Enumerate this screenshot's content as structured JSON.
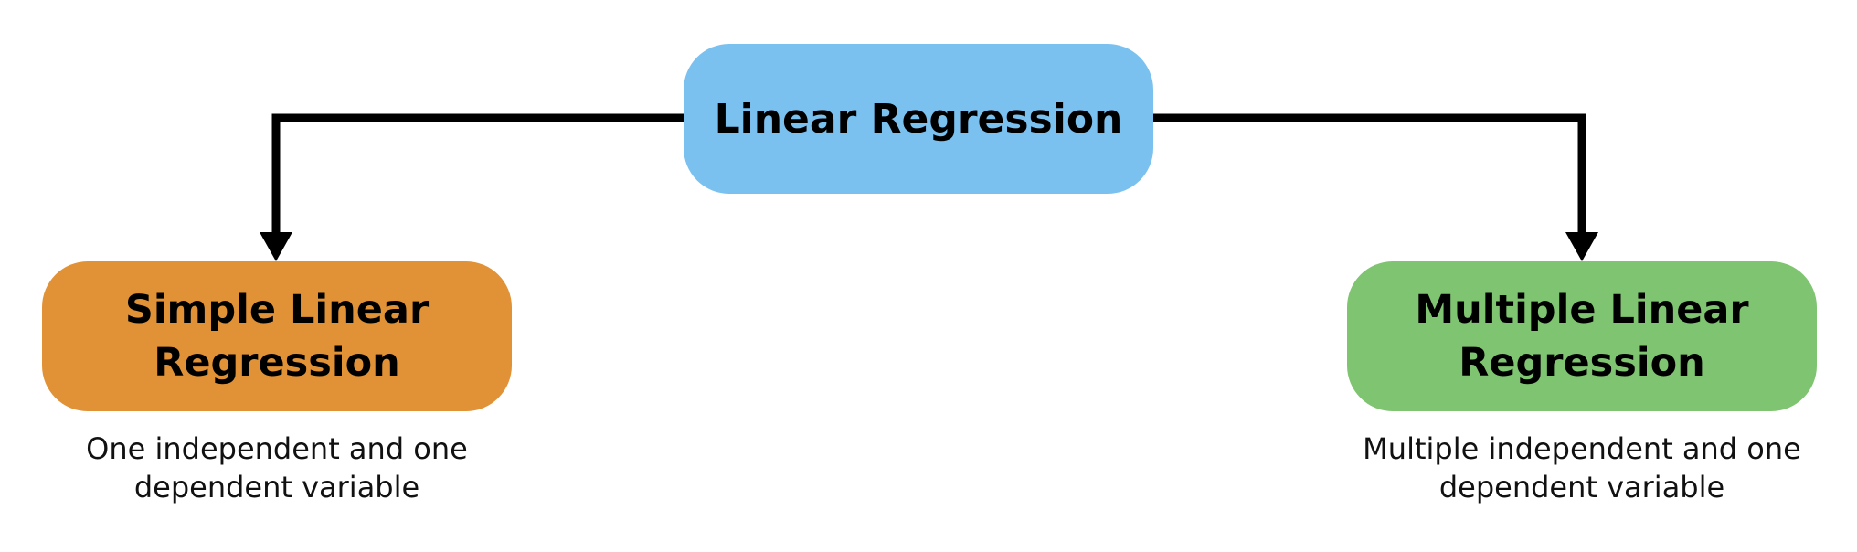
{
  "diagram": {
    "root": {
      "label": "Linear Regression",
      "color": "#7bc1f0"
    },
    "children": [
      {
        "label": "Simple Linear Regression",
        "color": "#e19236",
        "caption": "One independent and one dependent variable"
      },
      {
        "label": "Multiple Linear Regression",
        "color": "#7fc471",
        "caption": "Multiple independent and one dependent variable"
      }
    ],
    "connector_color": "#000000"
  }
}
